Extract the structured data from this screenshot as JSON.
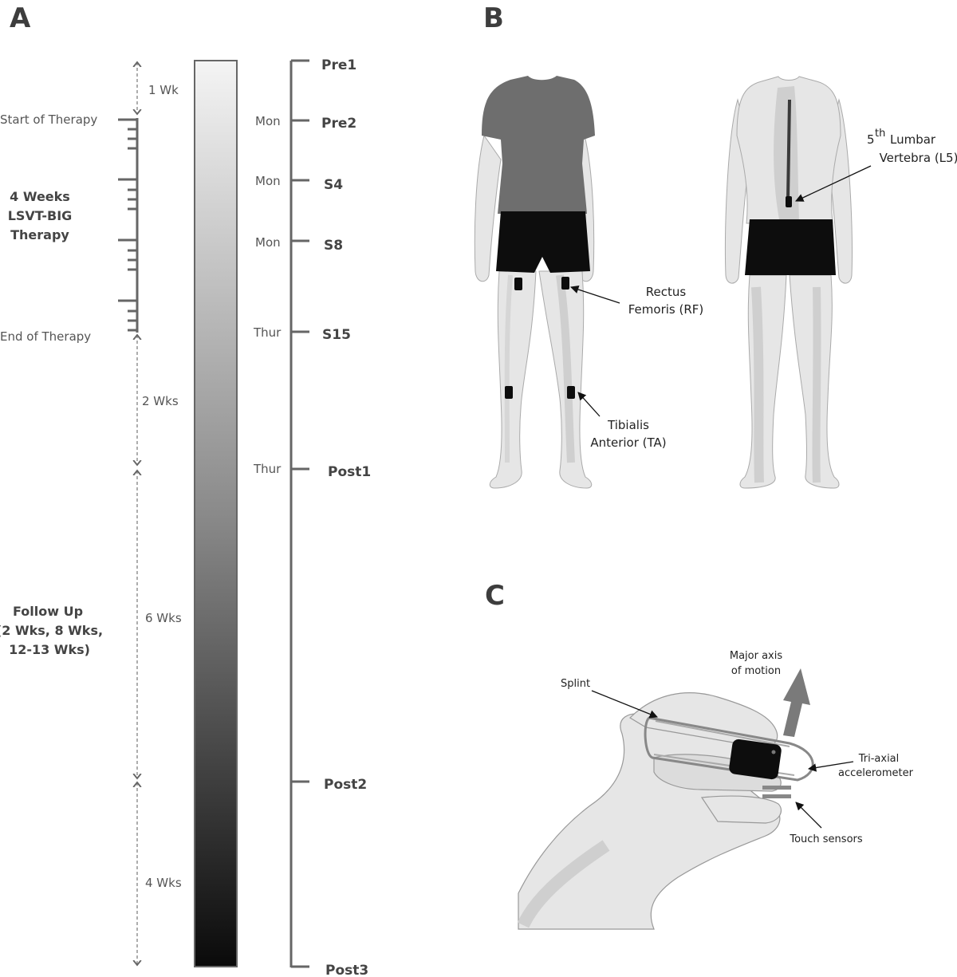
{
  "panels": {
    "a": "A",
    "b": "B",
    "c": "C"
  },
  "timeline": {
    "phases": {
      "start": "Start of Therapy",
      "end": "End of Therapy",
      "therapy": [
        "4  Weeks",
        "LSVT-BIG",
        "Therapy"
      ],
      "followup": [
        "Follow Up",
        "(2 Wks, 8 Wks,",
        "12-13 Wks)"
      ]
    },
    "intervals": [
      "1 Wk",
      "2 Wks",
      "6 Wks",
      "4 Wks"
    ],
    "sessions": [
      {
        "label": "Pre1",
        "day": ""
      },
      {
        "label": "Pre2",
        "day": "Mon"
      },
      {
        "label": "S4",
        "day": "Mon"
      },
      {
        "label": "S8",
        "day": "Mon"
      },
      {
        "label": "S15",
        "day": "Thur"
      },
      {
        "label": "Post1",
        "day": "Thur"
      },
      {
        "label": "Post2",
        "day": ""
      },
      {
        "label": "Post3",
        "day": ""
      }
    ]
  },
  "body": {
    "rf": [
      "Rectus",
      "Femoris (RF)"
    ],
    "ta": [
      "Tibialis",
      "Anterior (TA)"
    ],
    "l5": {
      "sup": "th",
      "line1": "Lumbar",
      "line2": "Vertebra (L5)",
      "num": "5"
    }
  },
  "hand": {
    "axis": [
      "Major axis",
      "of motion"
    ],
    "splint": "Splint",
    "accel": [
      "Tri-axial",
      "accelerometer"
    ],
    "touch": "Touch sensors"
  },
  "colors": {
    "shirt": "#6e6e6e",
    "shorts": "#0d0d0d",
    "skin": "#e6e6e6",
    "skin_shade": "#cfcfcf",
    "line": "#555555"
  }
}
